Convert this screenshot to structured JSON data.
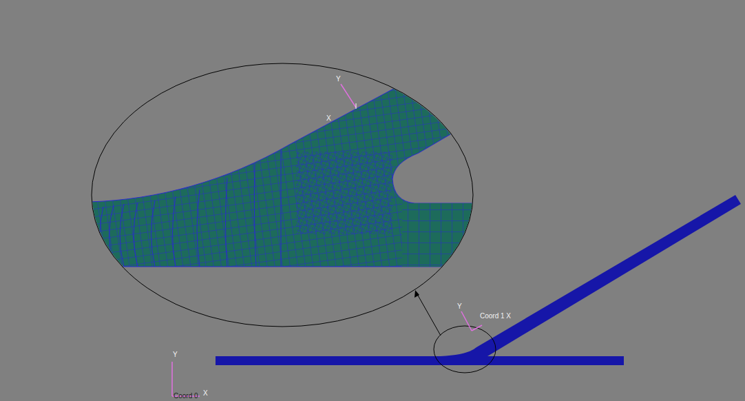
{
  "diagram": {
    "labels": [
      "Y",
      "X",
      "Y",
      "Coord 1 X",
      "Y",
      "X",
      "Coord 0"
    ]
  }
}
